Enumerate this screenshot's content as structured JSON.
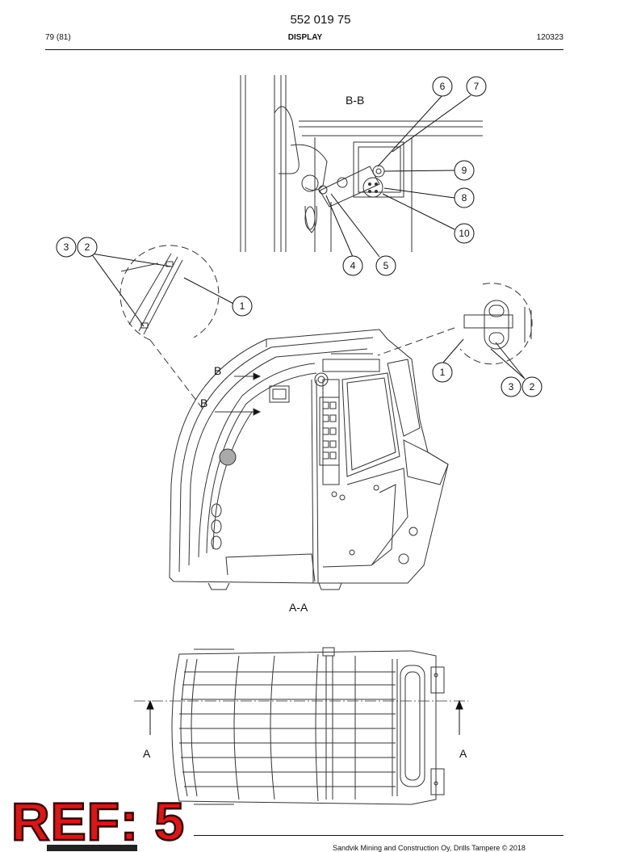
{
  "header": {
    "doc_number": "552 019 75",
    "page": "79 (81)",
    "section": "DISPLAY",
    "date": "120323"
  },
  "drawing": {
    "view_bb": "B-B",
    "view_aa": "A-A",
    "section_b_top": "B",
    "section_b_bottom": "B",
    "section_a_left": "A",
    "section_a_right": "A",
    "callouts_bb": [
      "6",
      "7",
      "9",
      "8",
      "10",
      "4",
      "5"
    ],
    "callouts_left": [
      "3",
      "2",
      "1"
    ],
    "callouts_right": [
      "1",
      "3",
      "2"
    ]
  },
  "stamp": {
    "text": "REF: 5"
  },
  "footer": {
    "copyright": "Sandvik Mining and Construction Oy, Drills Tampere © 2018"
  }
}
